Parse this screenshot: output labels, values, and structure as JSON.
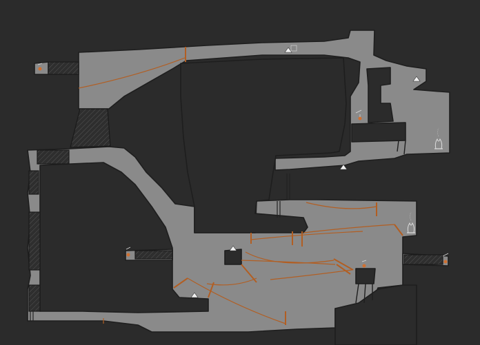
{
  "map": {
    "background": "#2b2b2b",
    "floor_color": "#8a8a8a",
    "rock_color": "#2b2b2b",
    "rope_color": "#b25e22"
  },
  "objects": [
    {
      "name": "campfire-icon",
      "kind": "campfire"
    },
    {
      "name": "campfire-icon",
      "kind": "campfire"
    },
    {
      "name": "treasure-icon",
      "kind": "treasure"
    },
    {
      "name": "treasure-icon",
      "kind": "treasure"
    },
    {
      "name": "treasure-icon",
      "kind": "treasure"
    },
    {
      "name": "lantern-icon",
      "kind": "lantern"
    },
    {
      "name": "lantern-icon",
      "kind": "lantern"
    },
    {
      "name": "lantern-icon",
      "kind": "lantern"
    },
    {
      "name": "lantern-icon",
      "kind": "lantern"
    },
    {
      "name": "lantern-icon",
      "kind": "lantern"
    }
  ]
}
